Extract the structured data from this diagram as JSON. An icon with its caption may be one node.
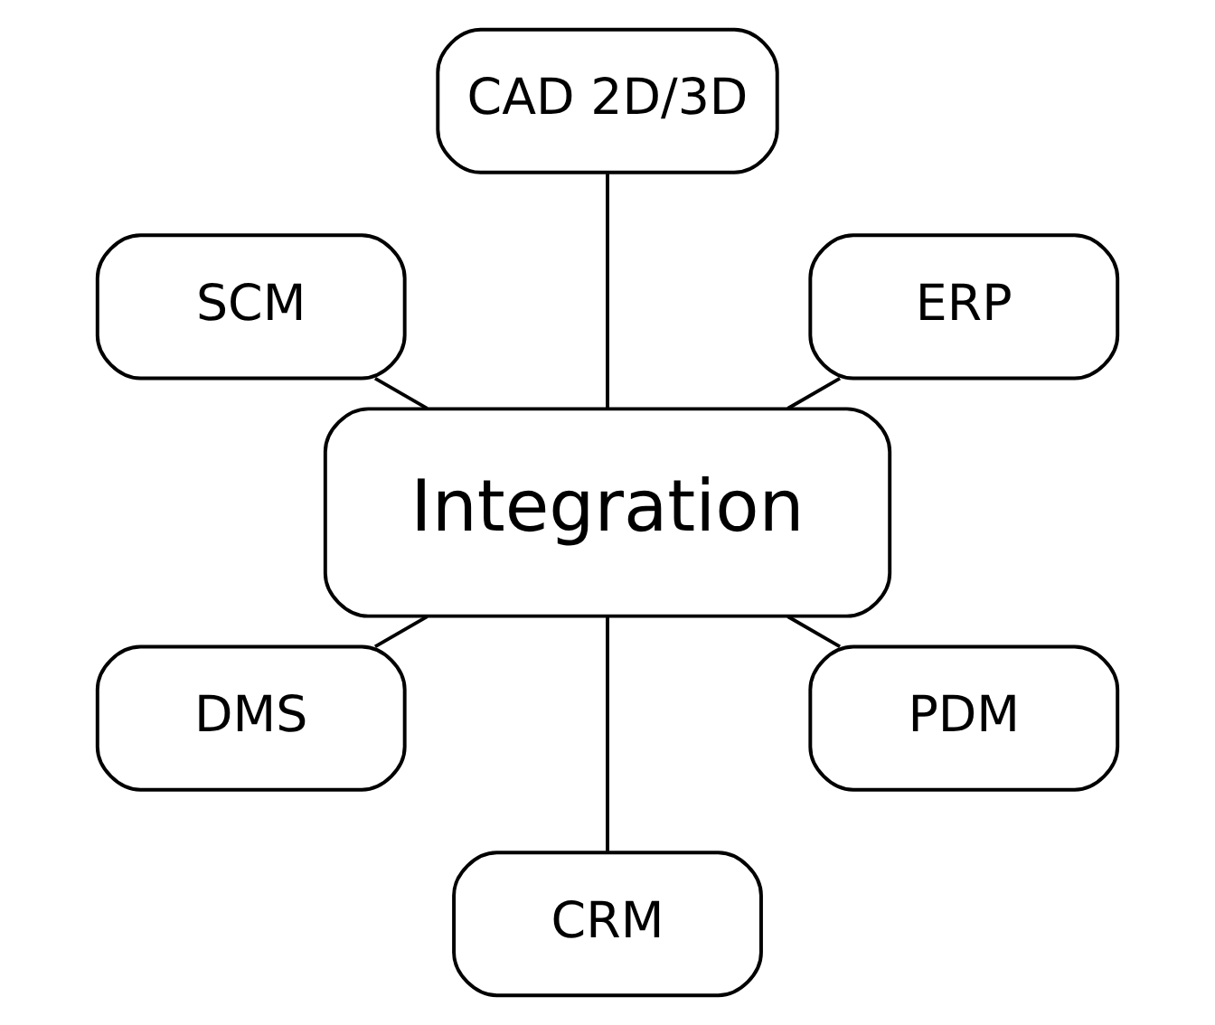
{
  "diagram": {
    "nodes": [
      {
        "text": [
          "ERP"
        ]
      },
      {
        "text": [
          "CAD 2D/3D"
        ]
      },
      {
        "text": [
          "SCM"
        ]
      },
      {
        "text": [
          "Integration"
        ]
      },
      {
        "text": [
          "DMS"
        ]
      },
      {
        "text": [
          "CRM"
        ]
      },
      {
        "text": [
          "PDM"
        ]
      }
    ],
    "edges": [
      {
        "from": 3,
        "to": 0,
        "arrow": "none"
      },
      {
        "from": 3,
        "to": 2,
        "arrow": "none"
      },
      {
        "from": 3,
        "to": 5,
        "arrow": "none"
      },
      {
        "from": 3,
        "to": 6,
        "arrow": "none"
      },
      {
        "from": 3,
        "to": 4,
        "arrow": "none"
      },
      {
        "from": 3,
        "to": 1,
        "arrow": "none"
      }
    ]
  }
}
